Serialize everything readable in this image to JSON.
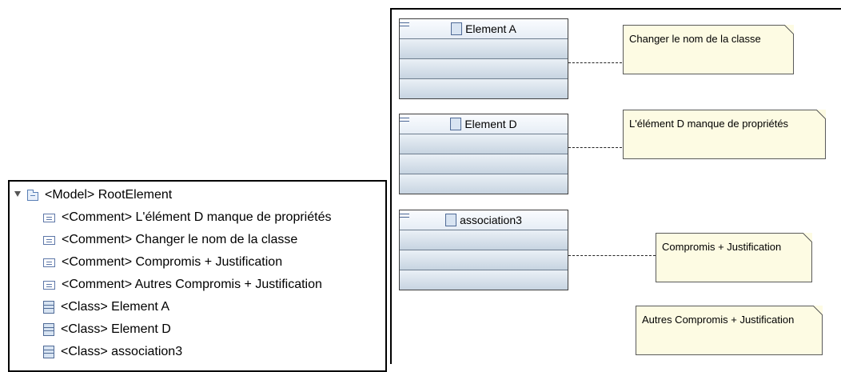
{
  "tree": {
    "root": {
      "label": "<Model> RootElement"
    },
    "items": [
      {
        "label": "<Comment> L'élément D manque de propriétés",
        "icon": "comment-icon"
      },
      {
        "label": "<Comment> Changer le nom de la classe",
        "icon": "comment-icon"
      },
      {
        "label": "<Comment> Compromis + Justification",
        "icon": "comment-icon"
      },
      {
        "label": "<Comment> Autres Compromis + Justification",
        "icon": "comment-icon"
      },
      {
        "label": "<Class> Element A",
        "icon": "class-icon"
      },
      {
        "label": "<Class> Element D",
        "icon": "class-icon"
      },
      {
        "label": "<Class> association3",
        "icon": "class-icon"
      }
    ]
  },
  "diagram": {
    "classes": [
      {
        "name": "Element A"
      },
      {
        "name": "Element D"
      },
      {
        "name": "association3"
      }
    ],
    "notes": [
      {
        "text": "Changer le nom de la classe"
      },
      {
        "text": "L'élément D manque de propriétés"
      },
      {
        "text": "Compromis + Justification"
      },
      {
        "text": "Autres Compromis + Justification"
      }
    ]
  }
}
